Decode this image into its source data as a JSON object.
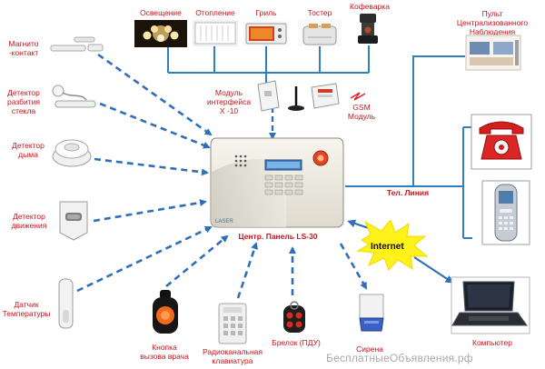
{
  "appliances": {
    "lighting": "Освещение",
    "heating": "Отопление",
    "grill": "Гриль",
    "toaster": "Тостер",
    "coffee": "Кофеварка"
  },
  "sensors": {
    "magnetic": "Магнито\n-контакт",
    "glass": "Детектор\nразбития\nстекла",
    "smoke": "Детектор\nдыма",
    "motion": "Детектор\nдвижения",
    "temperature": "Датчик\nТемпературы"
  },
  "modules": {
    "x10": "Модуль\nинтерфейса\nX -10",
    "gsm": "GSM\nМодуль"
  },
  "panel": {
    "name": "Центр. Панель LS-30",
    "brand": "LASER"
  },
  "remote_devices": {
    "doctor_button": "Кнопка\nвызова врача",
    "keypad": "Радиоканальная\nклавиатура",
    "keyfob": "Брелок (ПДУ)",
    "siren": "Сирена"
  },
  "right_side": {
    "monitoring": "Пульт\nЦентрализованного\nНаблюдения",
    "phone_line": "Тел. Линия",
    "internet": "Internet",
    "computer": "Компьютер"
  },
  "watermark": "БесплатныеОбъявления.рф",
  "colors": {
    "label": "#c8141c",
    "wire": "#2f7fc1",
    "arrow": "#2f6fb8",
    "burst": "#fff11a"
  }
}
